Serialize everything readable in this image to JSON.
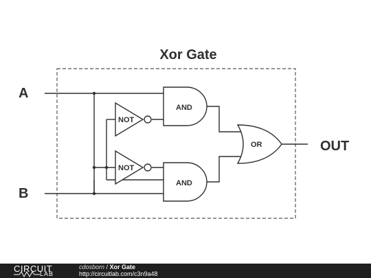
{
  "title": "Xor Gate",
  "inputs": {
    "a": "A",
    "b": "B"
  },
  "output": "OUT",
  "gates": {
    "not_top": "NOT",
    "not_bottom": "NOT",
    "and_top": "AND",
    "and_bottom": "AND",
    "or": "OR"
  },
  "footer": {
    "logo_top": "CIRCUIT",
    "logo_bottom": "LAB",
    "author": "cdosborn",
    "separator": " / ",
    "circuit_name": "Xor Gate",
    "url": "http://circuitlab.com/c3n9a48"
  }
}
